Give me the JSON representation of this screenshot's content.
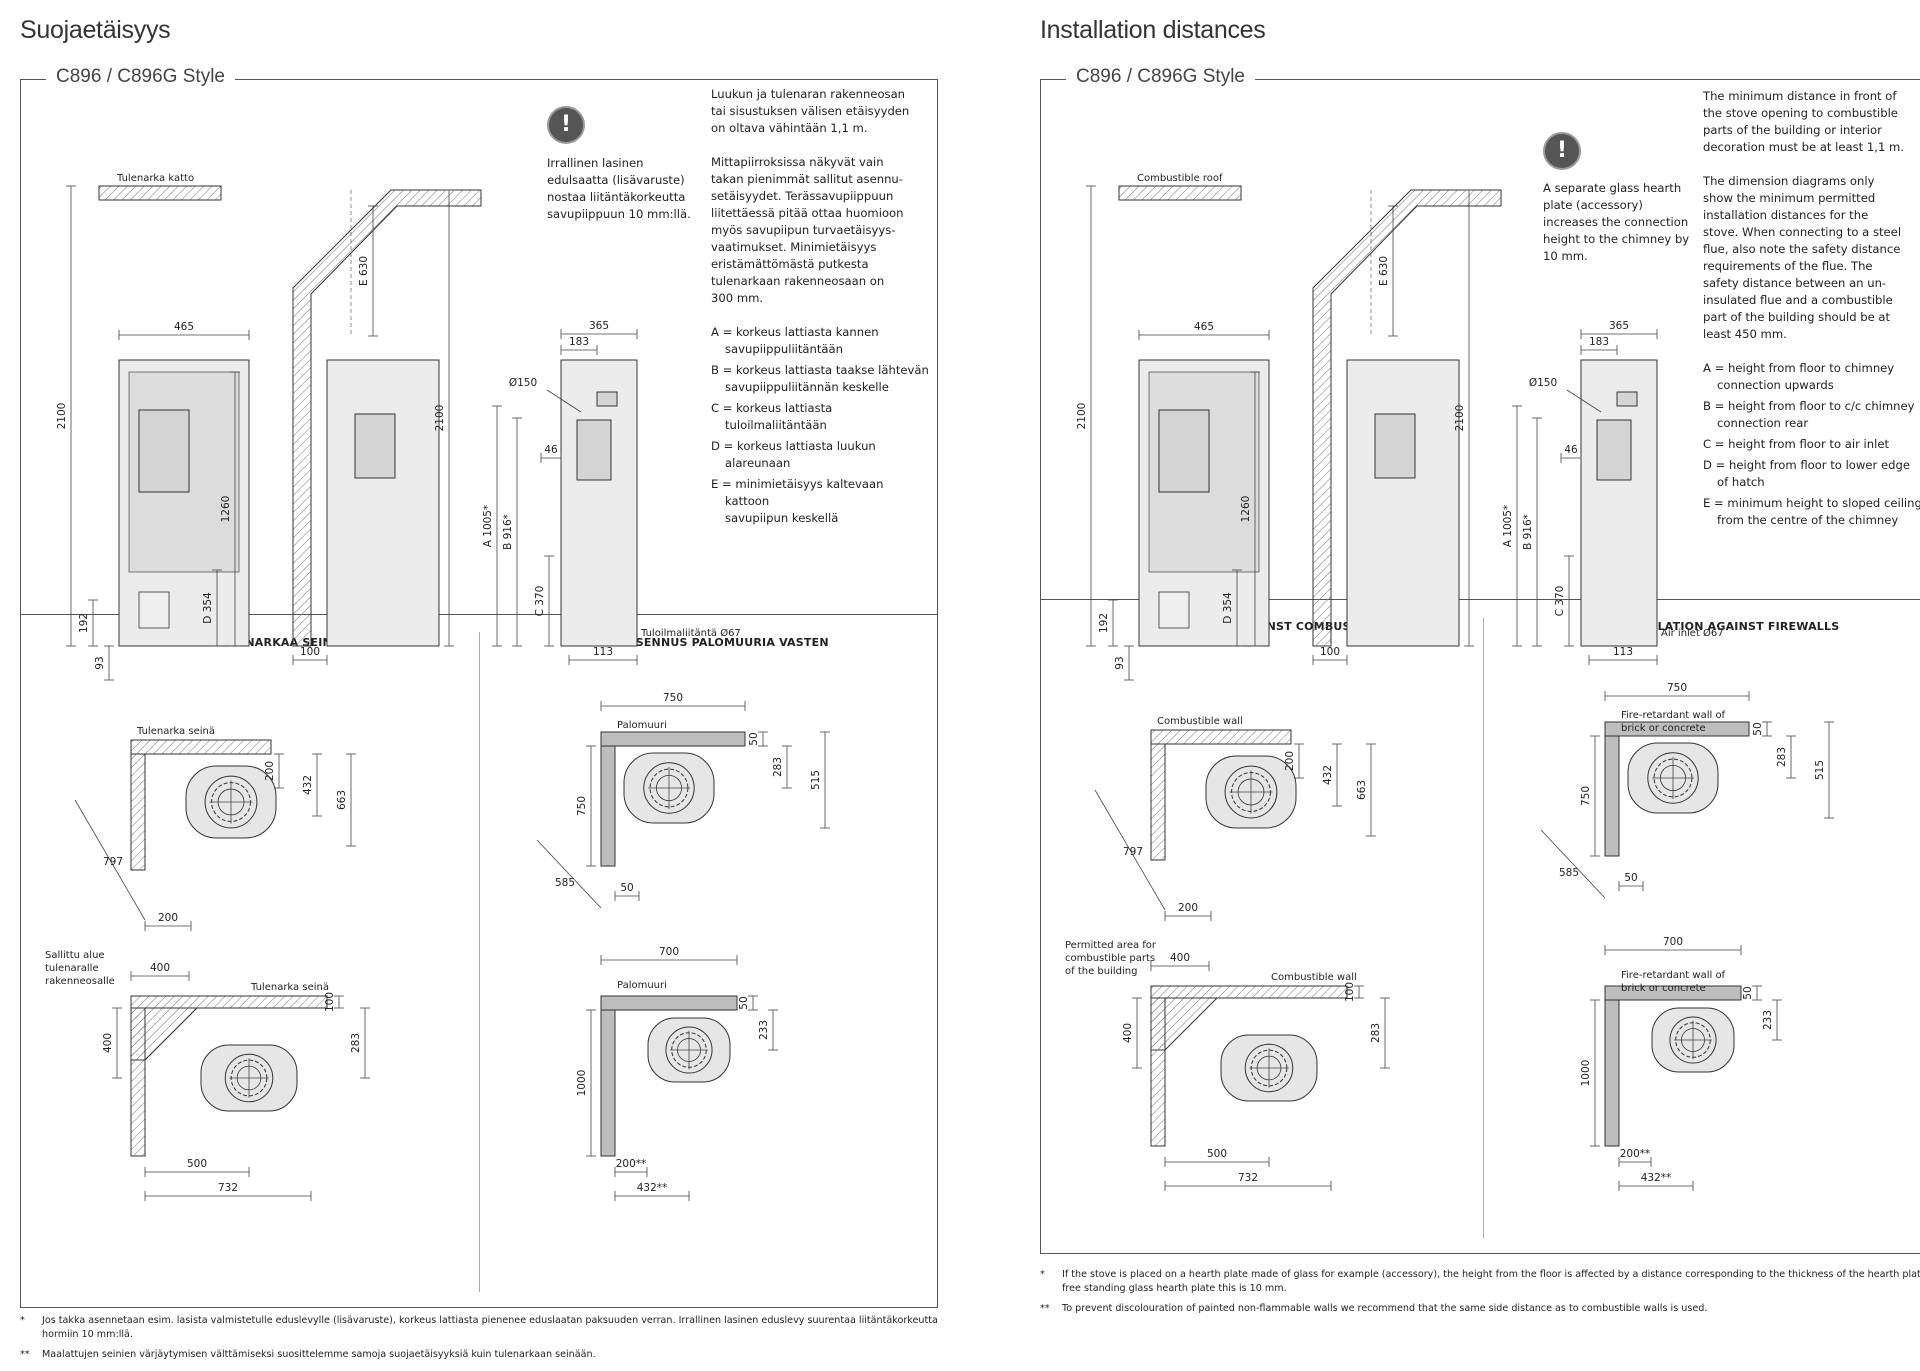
{
  "colors": {
    "accent": "#333333",
    "line": "#555555",
    "stove_fill": "#e6e6e6",
    "firewall_fill": "#bdbdbd",
    "hatch": "#777777"
  },
  "pages": [
    {
      "lang": "fi",
      "title": "Suojaetäisyys",
      "model": "C896 / C896G Style",
      "warning_icon": "exclamation-icon",
      "glass_note": "Irrallinen lasinen\nedulsaatta (lisävaruste)\nnostaa liitäntäkorkeutta\nsavupiippuun 10 mm:llä.",
      "intro": "Luukun ja tulenaran rakenneosan\ntai sisustuksen välisen etäisyyden\non oltava vähintään 1,1 m.",
      "dimension_note": "Mittapiirroksissa näkyvät vain\ntakan pienimmät sallitut asennu-\nsetäisyydet. Terässavupiippuun\nliitettäessä pitää ottaa huomioon\nmyös savupiipun turvaetäisyys-\nvaatimukset. Minimietäisyys\neristämättömästä putkesta\ntulenarkaan rakenneosaan on\n300 mm.",
      "legend": [
        "A = korkeus lattiasta kannen\nsavupiippuliitäntään",
        "B = korkeus lattiasta taakse lähtevän\nsavupiippuliitännän keskelle",
        "C = korkeus lattiasta\ntuloilmaliitäntään",
        "D = korkeus lattiasta luukun\nalareunaan",
        "E = minimietäisyys kaltevaan kattoon\nsavupiipun keskellä"
      ],
      "roof_label": "Tulenarka katto",
      "air_inlet_label": "Tuloilmaliitäntä Ø67",
      "dims": {
        "width": "465",
        "height_total": "2100",
        "h1260": "1260",
        "d354": "D 354",
        "h192": "192",
        "h93": "93",
        "e630": "E 630",
        "h2100b": "2100",
        "w100": "100",
        "w365": "365",
        "w183": "183",
        "d150": "Ø150",
        "a1005": "A 1005*",
        "b916": "B 916*",
        "w46": "46",
        "c370": "C 370",
        "w113": "113"
      },
      "section_left": "ASENNUS TULENARKAA SEINÄÄ VASTEN",
      "section_right": "ASENNUS PALOMUURIA VASTEN",
      "comb_wall_label": "Tulenarka seinä",
      "comb_wall_label2": "Tulenarka seinä",
      "permitted_label": "Sallittu alue\ntulenaralle\nrakenneosalle",
      "firewall_label": "Palomuuri",
      "firewall_label2": "Palomuuri",
      "corner_comb": {
        "d200": "200",
        "d432": "432",
        "d663": "663",
        "diag": "797",
        "bottom": "200"
      },
      "flat_comb": {
        "w400": "400",
        "h100": "100",
        "h283": "283",
        "h400": "400",
        "w500": "500",
        "w732": "732"
      },
      "corner_fire": {
        "w750": "750",
        "h50": "50",
        "h283": "283",
        "h515": "515",
        "v750": "750",
        "diag": "585",
        "b50": "50"
      },
      "flat_fire": {
        "w700": "700",
        "h50": "50",
        "h233": "233",
        "v1000": "1000",
        "b200": "200**",
        "b432": "432**"
      },
      "footnotes": [
        {
          "mark": "*",
          "text": "Jos takka asennetaan esim. lasista valmistetulle eduslevylle (lisävaruste), korkeus lattiasta pienenee eduslaatan paksuuden verran. Irrallinen lasinen eduslevy suurentaa liitäntäkorkeutta hormiin 10 mm:llä."
        },
        {
          "mark": "**",
          "text": "Maalattujen seinien värjäytymisen välttämiseksi suosittelemme samoja suojaetäisyyksiä kuin tulenarkaan seinään."
        }
      ]
    },
    {
      "lang": "en",
      "title": "Installation distances",
      "model": "C896 / C896G Style",
      "warning_icon": "exclamation-icon",
      "glass_note": "A separate glass hearth\nplate (accessory)\nincreases the connection\nheight to the chimney by\n10 mm.",
      "intro": "The minimum distance in front of\nthe stove opening to combustible\nparts of the building or interior\ndecoration must be at least 1,1 m.",
      "dimension_note": "The dimension diagrams only\nshow the minimum permitted\ninstallation distances for the\nstove. When connecting to a steel\nflue, also note the safety distance\nrequirements of the flue. The\nsafety distance between an un-\ninsulated flue and a combustible\npart of the building should be at\nleast 450 mm.",
      "legend": [
        "A = height from floor to chimney\nconnection upwards",
        "B = height from floor to c/c chimney\nconnection rear",
        "C = height from floor to air inlet",
        "D = height from floor to lower edge\nof hatch",
        "E = minimum height to sloped ceiling\nfrom the centre of the chimney"
      ],
      "roof_label": "Combustible roof",
      "air_inlet_label": "Air inlet Ø67",
      "dims": {
        "width": "465",
        "height_total": "2100",
        "h1260": "1260",
        "d354": "D 354",
        "h192": "192",
        "h93": "93",
        "e630": "E 630",
        "h2100b": "2100",
        "w100": "100",
        "w365": "365",
        "w183": "183",
        "d150": "Ø150",
        "a1005": "A 1005*",
        "b916": "B 916*",
        "w46": "46",
        "c370": "C 370",
        "w113": "113"
      },
      "section_left": "INSTALLATION AGAINST COMBUSTIBLE WALLS",
      "section_right": "INSTALLATION AGAINST FIREWALLS",
      "comb_wall_label": "Combustible wall",
      "comb_wall_label2": "Combustible wall",
      "permitted_label": "Permitted area for\ncombustible parts\nof the building",
      "firewall_label": "Fire-retardant wall of\nbrick or concrete",
      "firewall_label2": "Fire-retardant wall of\nbrick or concrete",
      "corner_comb": {
        "d200": "200",
        "d432": "432",
        "d663": "663",
        "diag": "797",
        "bottom": "200"
      },
      "flat_comb": {
        "w400": "400",
        "h100": "100",
        "h283": "283",
        "h400": "400",
        "w500": "500",
        "w732": "732"
      },
      "corner_fire": {
        "w750": "750",
        "h50": "50",
        "h283": "283",
        "h515": "515",
        "v750": "750",
        "diag": "585",
        "b50": "50"
      },
      "flat_fire": {
        "w700": "700",
        "h50": "50",
        "h233": "233",
        "v1000": "1000",
        "b200": "200**",
        "b432": "432**"
      },
      "footnotes": [
        {
          "mark": "*",
          "text": "If the stove is placed on a hearth plate made of glass for example (accessory), the height from the floor is affected by a distance corresponding to the thickness of the hearth plate, for a free standing glass hearth plate this is 10 mm."
        },
        {
          "mark": "**",
          "text": "To prevent discolouration of painted non-flammable walls we recommend that the same side distance as to combustible walls is used."
        }
      ]
    }
  ]
}
